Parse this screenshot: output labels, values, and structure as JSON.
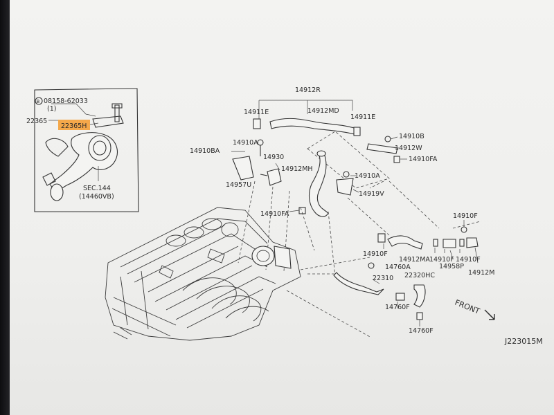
{
  "inset": {
    "bolt_ref": "08158-62033",
    "bolt_qty": "(1)",
    "part_22365": "22365",
    "highlighted_part": "22365H",
    "sec_ref": "SEC.144",
    "sec_sub": "(14460VB)"
  },
  "callouts": {
    "c14912R": "14912R",
    "c14911E_left": "14911E",
    "c14912MD": "14912MD",
    "c14911E_right": "14911E",
    "c14910B": "14910B",
    "c14912W": "14912W",
    "c14910FA_top": "14910FA",
    "c14910A_top": "14910A",
    "c14910BA": "14910BA",
    "c14930": "14930",
    "c14912MH": "14912MH",
    "c14957U": "14957U",
    "c14910A_mid": "14910A",
    "c14919V": "14919V",
    "c14910FA_mid": "14910FA",
    "c14910F_right": "14910F",
    "c14910F_left": "14910F",
    "c14912MA": "14912MA",
    "c14910F_a": "14910F",
    "c14910F_b": "14910F",
    "c14958P": "14958P",
    "c14912M": "14912M",
    "c14760A": "14760A",
    "c22310": "22310",
    "c22320HC": "22320HC",
    "c14760F_a": "14760F",
    "c14760F_b": "14760F"
  },
  "front_label": "FRONT",
  "diagram_code": "J223015M",
  "colors": {
    "highlight": "#f4a23c",
    "screen_bg": "#f1f1ef",
    "line": "#333333"
  }
}
